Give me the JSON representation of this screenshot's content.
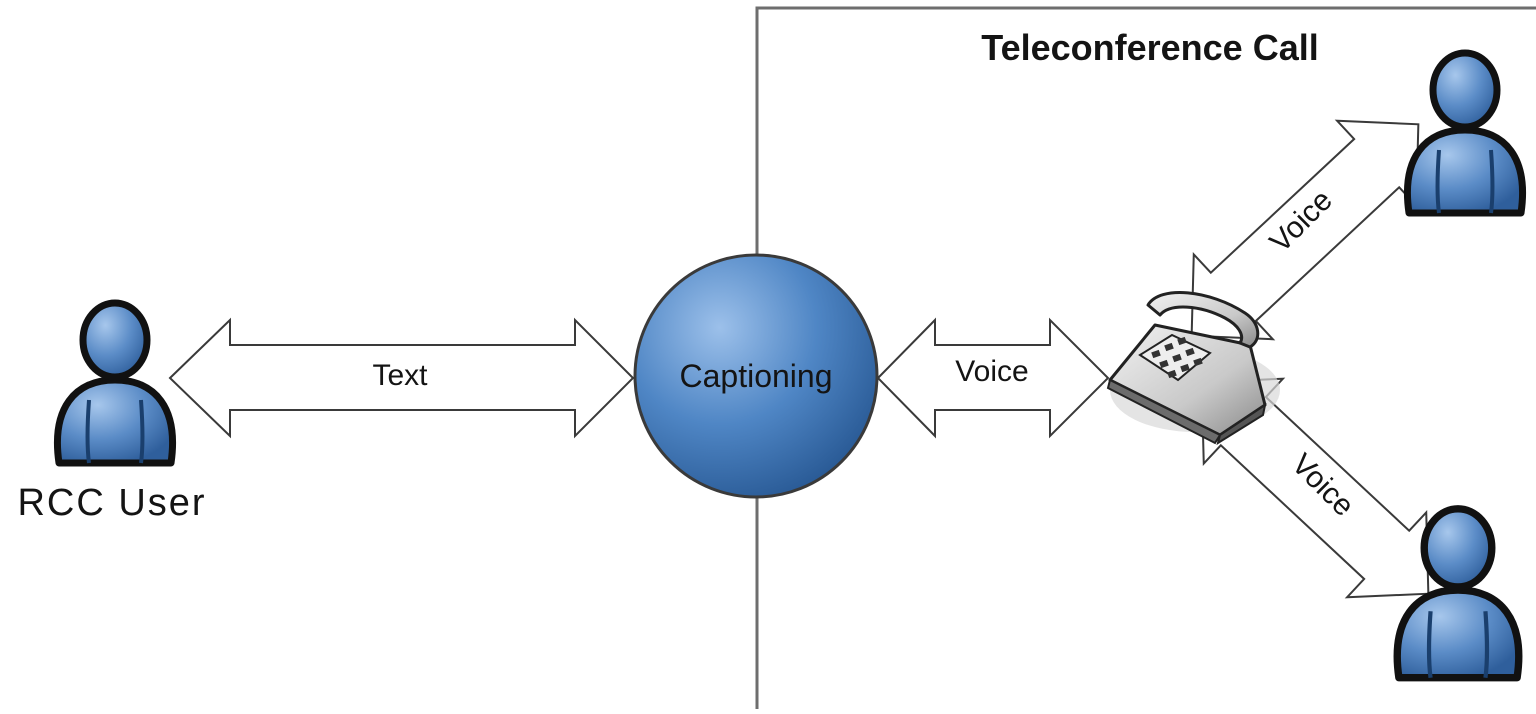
{
  "diagram": {
    "call_title": "Teleconference Call",
    "user_label": "RCC User",
    "hub_label": "Captioning",
    "links": {
      "user_to_captioning": "Text",
      "captioning_to_phone": "Voice",
      "phone_to_participant_top": "Voice",
      "phone_to_participant_bottom": "Voice"
    },
    "colors": {
      "person_fill": "#5b8cc7",
      "person_outline": "#111111",
      "hub_fill": "#4a7fbe",
      "arrow_stroke": "#3a3a3a",
      "call_border": "#6e6e6e"
    },
    "icons": [
      "person-icon",
      "telephone-icon"
    ]
  }
}
